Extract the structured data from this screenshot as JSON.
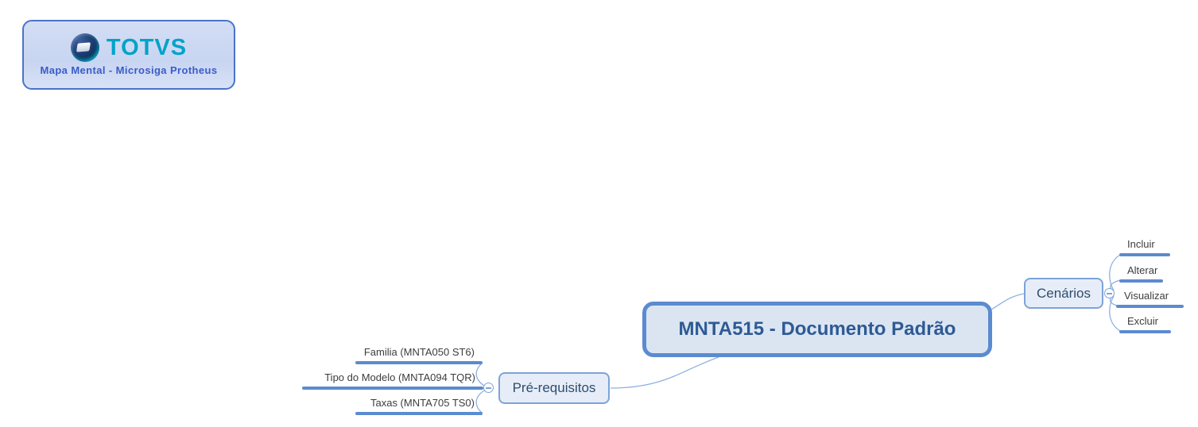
{
  "logo": {
    "brand": "TOTVS",
    "subtitle": "Mapa Mental - Microsiga Protheus"
  },
  "mindmap": {
    "root": {
      "label": "MNTA515 - Documento Padrão"
    },
    "branches": [
      {
        "label": "Cenários",
        "side": "right",
        "toggle_state": "expanded",
        "children": [
          {
            "label": "Incluir"
          },
          {
            "label": "Alterar"
          },
          {
            "label": "Visualizar"
          },
          {
            "label": "Excluir"
          }
        ]
      },
      {
        "label": "Pré-requisitos",
        "side": "left",
        "toggle_state": "expanded",
        "children": [
          {
            "label": "Familia (MNTA050 ST6)"
          },
          {
            "label": "Tipo do Modelo (MNTA094 TQR)"
          },
          {
            "label": "Taxas (MNTA705 TS0)"
          }
        ]
      }
    ]
  },
  "colors": {
    "branch_line": "#5b8bd0",
    "connector_line": "#8fb1e0",
    "node_fill": "#e7edf8",
    "node_border": "#7da3d8",
    "root_fill": "#dbe5f2",
    "root_border": "#5b8bd0",
    "root_text": "#2e5a94",
    "node_text": "#2d4d6e",
    "leaf_text": "#3d3d3d",
    "logo_background": "#ccd8f2",
    "logo_border": "#4a73c9",
    "brand_color": "#00a3c9",
    "logo_subtitle_color": "#3a5cc8"
  }
}
